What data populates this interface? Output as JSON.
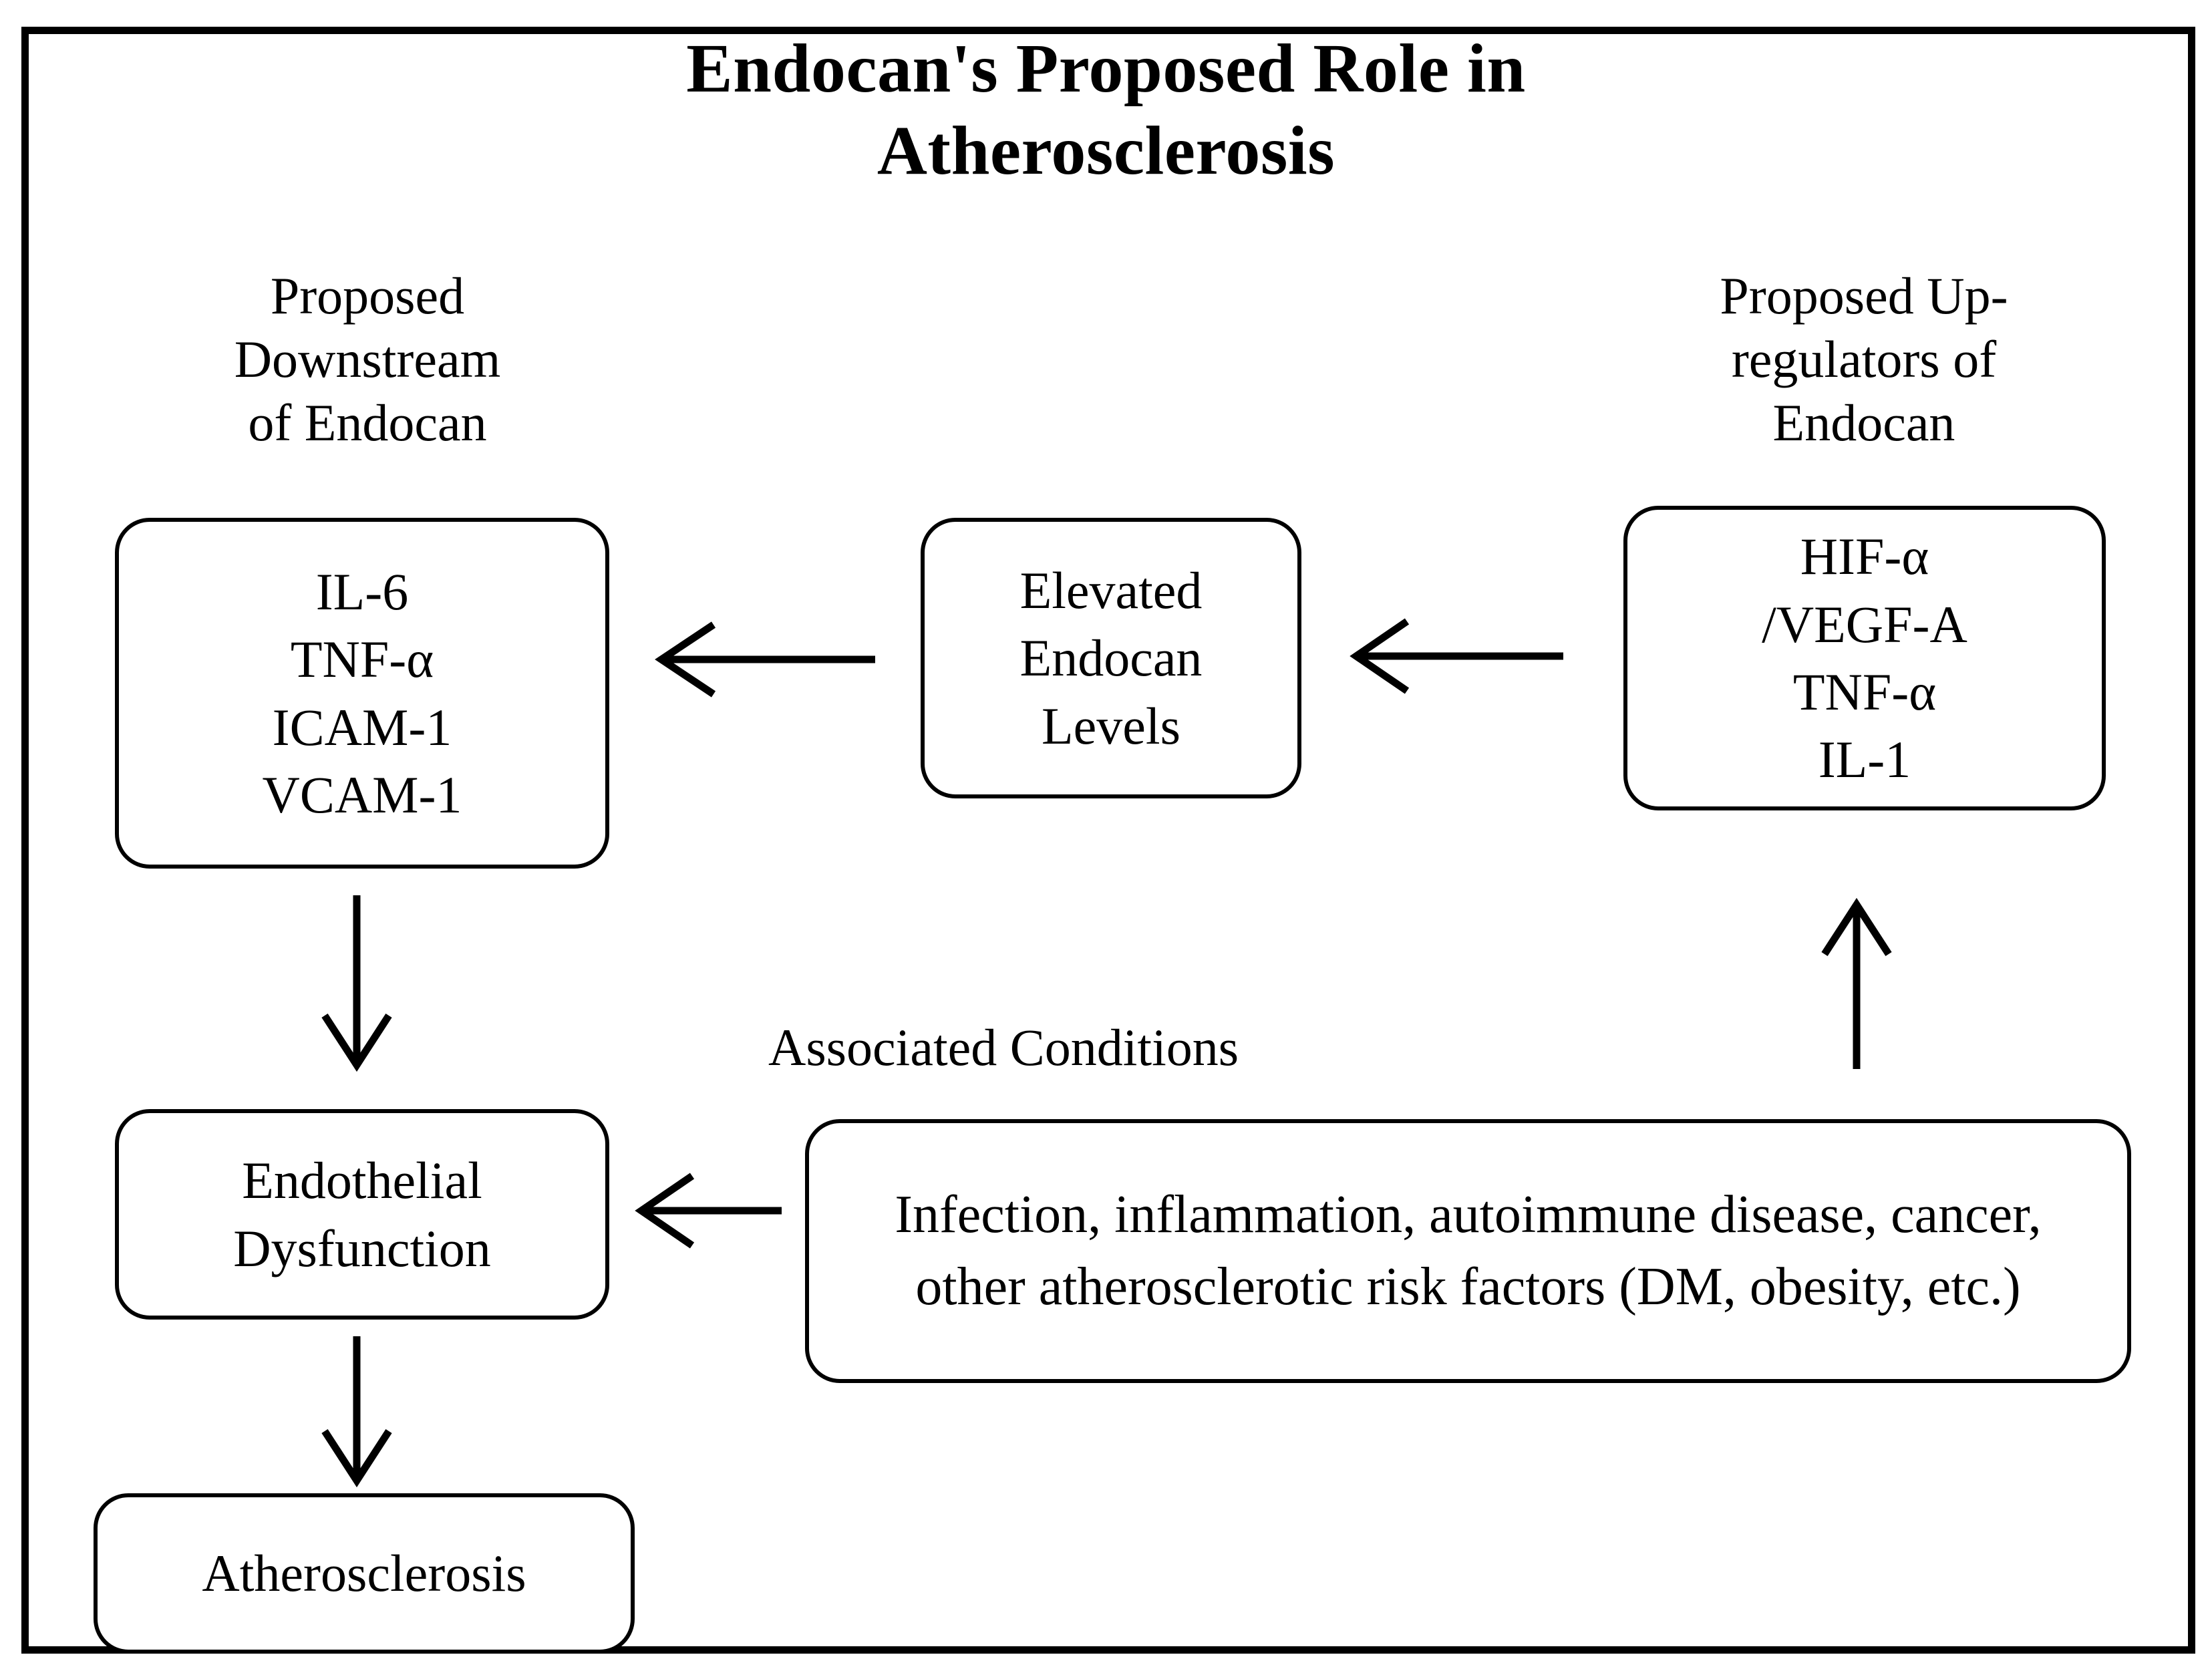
{
  "diagram": {
    "title": "Endocan's Proposed Role in\nAtherosclerosis",
    "captions": {
      "downstream": "Proposed\nDownstream\nof Endocan",
      "upregulators": "Proposed Up-\nregulators of\nEndocan",
      "associated": "Associated Conditions"
    },
    "nodes": {
      "downstream_markers": "IL-6\nTNF-α\nICAM-1\nVCAM-1",
      "elevated_endocan": "Elevated\nEndocan\nLevels",
      "upregulators": "HIF-α\n/VEGF-A\nTNF-α\nIL-1",
      "endothelial_dysfunction": "Endothelial\nDysfunction",
      "atherosclerosis": "Atherosclerosis",
      "associated_conditions": "Infection, inflammation, autoimmune disease, cancer, other atherosclerotic risk factors (DM, obesity, etc.)"
    },
    "edges": [
      {
        "name": "upregulators-to-elevated",
        "from": "upregulators",
        "to": "elevated_endocan",
        "direction": "left"
      },
      {
        "name": "elevated-to-downstream",
        "from": "elevated_endocan",
        "to": "downstream_markers",
        "direction": "left"
      },
      {
        "name": "downstream-to-endothelial",
        "from": "downstream_markers",
        "to": "endothelial_dysfunction",
        "direction": "down"
      },
      {
        "name": "endothelial-to-atherosclerosis",
        "from": "endothelial_dysfunction",
        "to": "atherosclerosis",
        "direction": "down"
      },
      {
        "name": "conditions-to-endothelial",
        "from": "associated_conditions",
        "to": "endothelial_dysfunction",
        "direction": "left"
      },
      {
        "name": "conditions-to-upregulators",
        "from": "associated_conditions",
        "to": "upregulators",
        "direction": "up"
      }
    ],
    "colors": {
      "stroke": "#000000",
      "background": "#ffffff",
      "text": "#000000"
    }
  }
}
